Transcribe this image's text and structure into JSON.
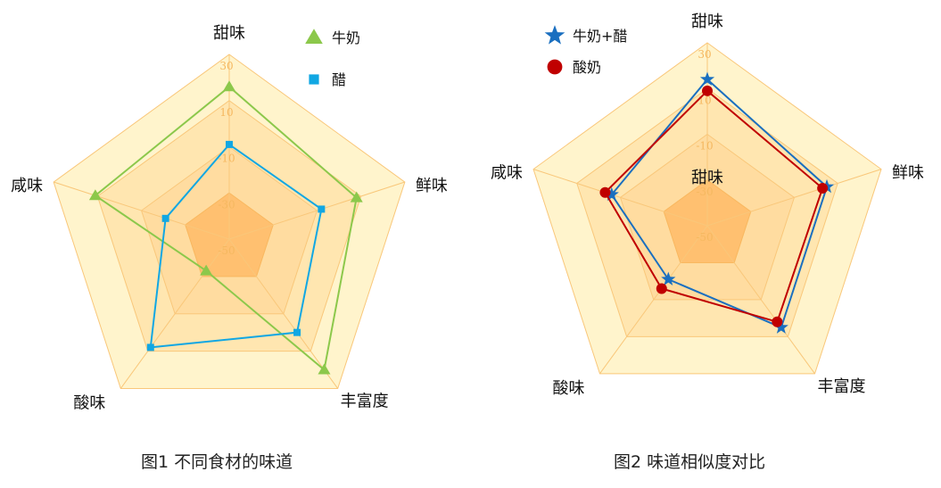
{
  "chart_data": [
    {
      "type": "radar",
      "caption": "图1  不同食材的味道",
      "axes": [
        "甜味",
        "鲜味",
        "丰富度",
        "酸味",
        "咸味"
      ],
      "ticks": [
        30,
        10,
        -10,
        -30,
        -50
      ],
      "range": [
        -50,
        30
      ],
      "series": [
        {
          "name": "牛奶",
          "color": "#8cc84b",
          "marker": "triangle",
          "values": [
            16,
            8,
            20,
            -33,
            11
          ]
        },
        {
          "name": "醋",
          "color": "#11a7e3",
          "marker": "square",
          "values": [
            -9,
            -8,
            0,
            8,
            -21
          ]
        }
      ],
      "legend": "top-right"
    },
    {
      "type": "radar",
      "caption": "图2  味道相似度对比",
      "axes": [
        "甜味",
        "鲜味",
        "丰富度",
        "酸味",
        "咸味"
      ],
      "center_label": "甜味",
      "ticks": [
        30,
        10,
        -10,
        -30,
        -50
      ],
      "range": [
        -50,
        30
      ],
      "series": [
        {
          "name": "牛奶+醋",
          "color": "#1a6fc0",
          "marker": "star",
          "values": [
            14,
            5,
            5,
            -21,
            -6
          ]
        },
        {
          "name": "酸奶",
          "color": "#c00000",
          "marker": "circle",
          "values": [
            9,
            3,
            2,
            -16,
            -3
          ]
        }
      ],
      "legend": "top-left"
    }
  ]
}
